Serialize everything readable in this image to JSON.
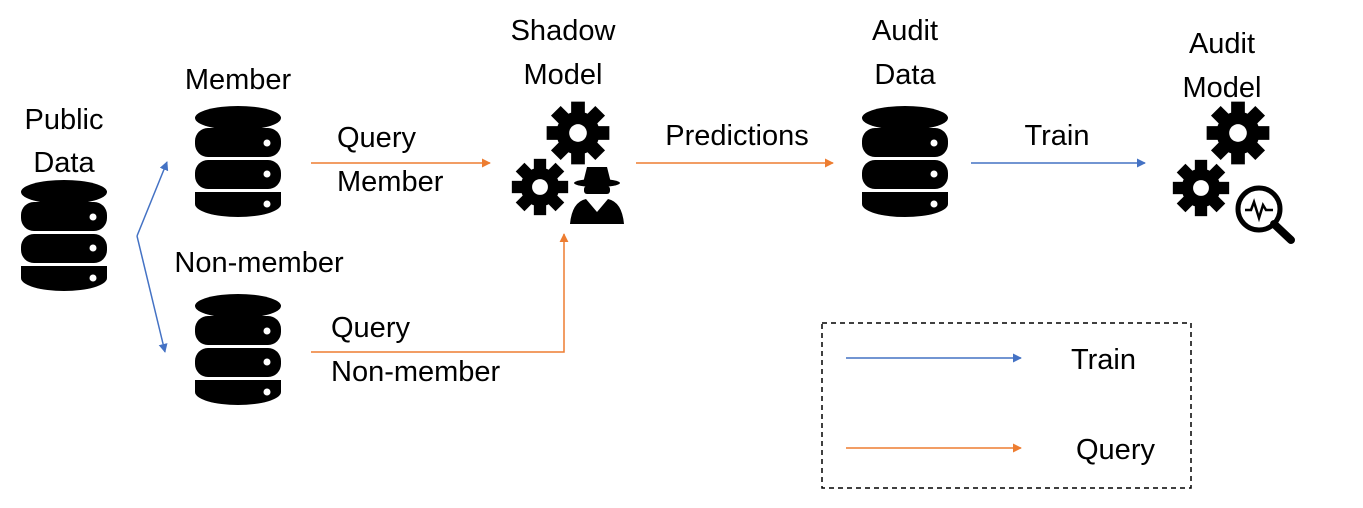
{
  "nodes": {
    "public_data": {
      "line1": "Public",
      "line2": "Data"
    },
    "member": {
      "label": "Member"
    },
    "non_member": {
      "label": "Non-member"
    },
    "shadow_model": {
      "line1": "Shadow",
      "line2": "Model"
    },
    "audit_data": {
      "line1": "Audit",
      "line2": "Data"
    },
    "audit_model": {
      "line1": "Audit",
      "line2": "Model"
    }
  },
  "edges": {
    "query_member": {
      "line1": "Query",
      "line2": "Member"
    },
    "query_non_member": {
      "line1": "Query",
      "line2": "Non-member"
    },
    "predictions": {
      "label": "Predictions"
    },
    "train": {
      "label": "Train"
    }
  },
  "legend": {
    "train": {
      "label": "Train",
      "color": "#4472c4"
    },
    "query": {
      "label": "Query",
      "color": "#ed7d31"
    }
  },
  "colors": {
    "train_arrow": "#4472c4",
    "query_arrow": "#ed7d31"
  },
  "icons": {
    "database": "database-icon",
    "gear": "gear-icon",
    "spy": "spy-icon",
    "magnifier": "magnifier-icon"
  }
}
